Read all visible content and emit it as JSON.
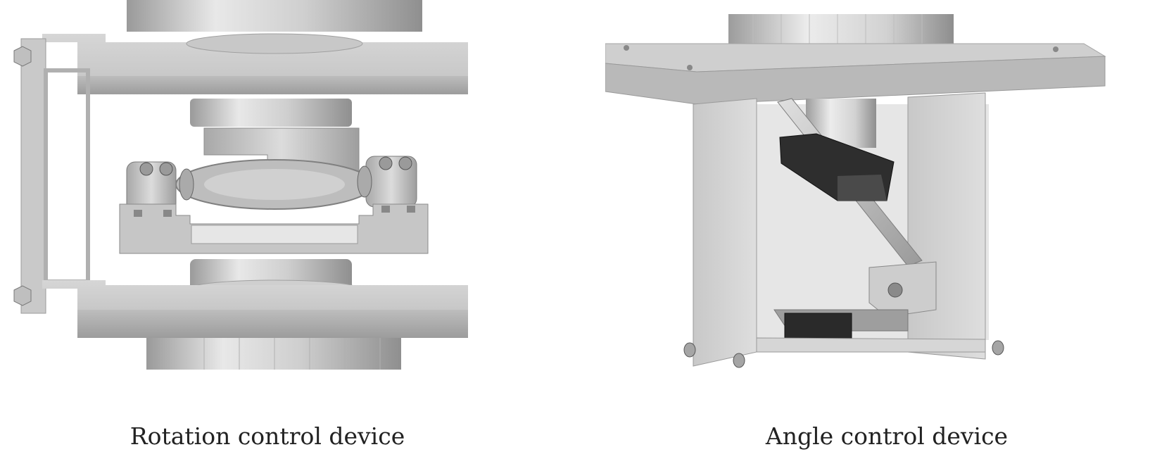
{
  "figures": [
    {
      "caption": "Rotation control device",
      "illustration": "rotation-control-device-render"
    },
    {
      "caption": "Angle control device",
      "illustration": "angle-control-device-render"
    }
  ],
  "colors": {
    "background": "#ffffff",
    "metal_light": "#d8d8d8",
    "metal_mid": "#b5b5b5",
    "metal_dark": "#8a8a8a",
    "metal_black": "#2b2b2b",
    "caption_text": "#222222"
  }
}
